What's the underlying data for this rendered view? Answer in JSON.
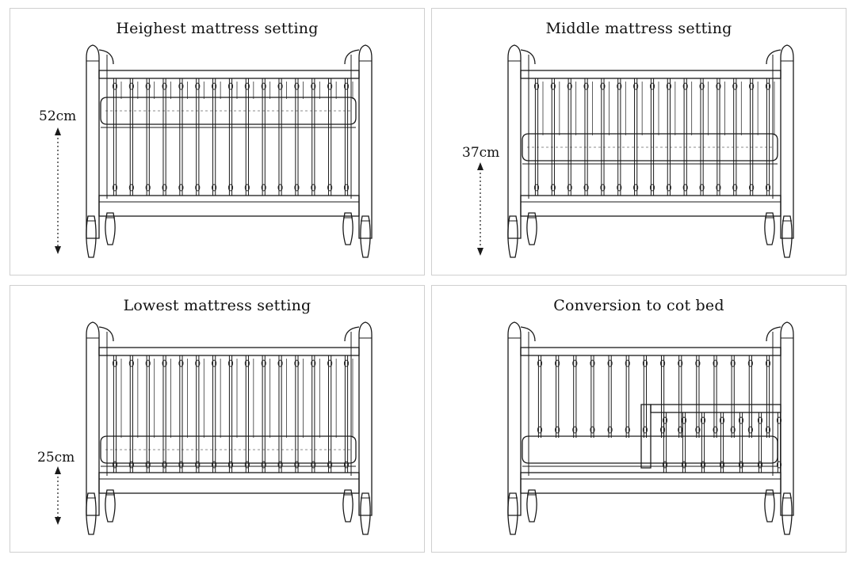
{
  "panels": [
    {
      "title": "Heighest mattress setting",
      "measurement": "52cm",
      "mattress_level": "highest",
      "toddler_rail": false
    },
    {
      "title": "Middle mattress setting",
      "measurement": "37cm",
      "mattress_level": "middle",
      "toddler_rail": false
    },
    {
      "title": "Lowest mattress setting",
      "measurement": "25cm",
      "mattress_level": "lowest",
      "toddler_rail": false
    },
    {
      "title": "Conversion to cot bed",
      "measurement": "",
      "mattress_level": "lowest",
      "toddler_rail": true
    }
  ],
  "colors": {
    "line": "#1a1a1a",
    "border": "#cfcfcf",
    "background": "#ffffff"
  }
}
